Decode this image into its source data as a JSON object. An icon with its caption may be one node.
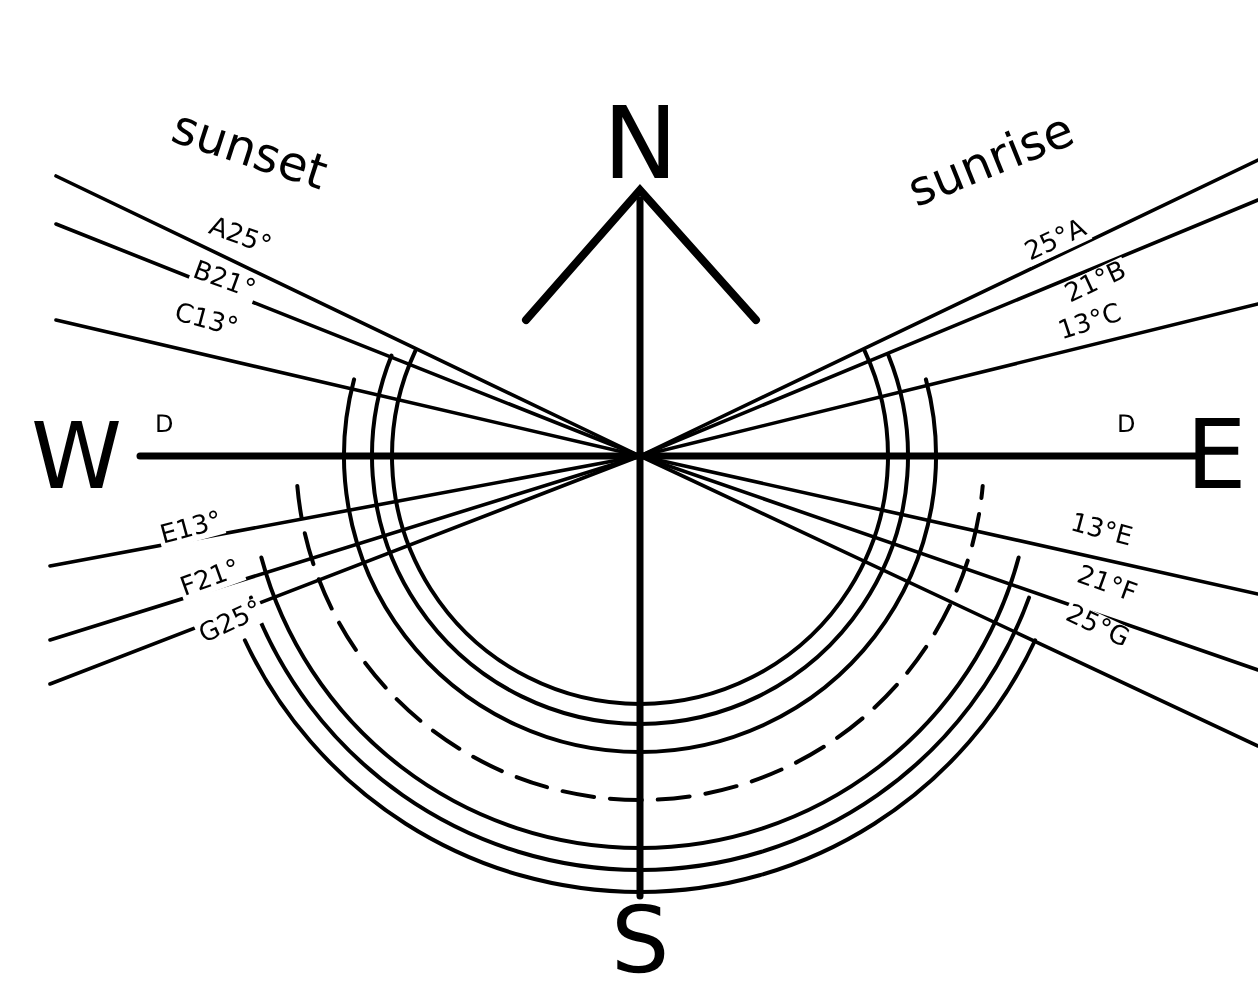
{
  "diagram": {
    "labels": [
      "sunset",
      "A25°",
      "B21°",
      "C13°",
      "N",
      "sunrise",
      "25°A",
      "21°B",
      "13°C",
      "W",
      "D",
      "D",
      "E",
      "E13°",
      "F21°",
      "G25°",
      "13°E",
      "21°F",
      "25°G",
      "S"
    ]
  }
}
